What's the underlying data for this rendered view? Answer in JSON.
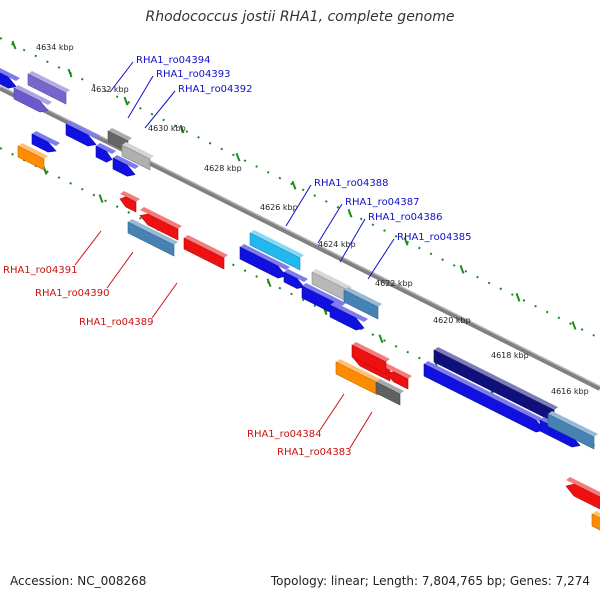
{
  "title": "Rhodococcus jostii RHA1, complete genome",
  "footer": {
    "accession": "Accession: NC_008268",
    "summary": "Topology: linear; Length: 7,804,765 bp; Genes: 7,274"
  },
  "colors": {
    "backbone": "#808080",
    "tick": "#1a8a1a",
    "forward_label": "#1010c8",
    "reverse_label": "#cc1010"
  },
  "ticks": [
    {
      "label": "4634 kbp"
    },
    {
      "label": "4632 kbp"
    },
    {
      "label": "4630 kbp"
    },
    {
      "label": "4628 kbp"
    },
    {
      "label": "4626 kbp"
    },
    {
      "label": "4624 kbp"
    },
    {
      "label": "4622 kbp"
    },
    {
      "label": "4620 kbp"
    },
    {
      "label": "4618 kbp"
    },
    {
      "label": "4616 kbp"
    }
  ],
  "gene_labels": [
    {
      "label": "RHA1_ro04394",
      "strand": "forward"
    },
    {
      "label": "RHA1_ro04393",
      "strand": "forward"
    },
    {
      "label": "RHA1_ro04392",
      "strand": "forward"
    },
    {
      "label": "RHA1_ro04388",
      "strand": "forward"
    },
    {
      "label": "RHA1_ro04387",
      "strand": "forward"
    },
    {
      "label": "RHA1_ro04386",
      "strand": "forward"
    },
    {
      "label": "RHA1_ro04385",
      "strand": "forward"
    },
    {
      "label": "RHA1_ro04391",
      "strand": "reverse"
    },
    {
      "label": "RHA1_ro04390",
      "strand": "reverse"
    },
    {
      "label": "RHA1_ro04389",
      "strand": "reverse"
    },
    {
      "label": "RHA1_ro04384",
      "strand": "reverse"
    },
    {
      "label": "RHA1_ro04383",
      "strand": "reverse"
    }
  ],
  "features": [
    {
      "name": "feature-blue-arrow",
      "color": "#1010e0"
    },
    {
      "name": "feature-purple-block",
      "color": "#7766cc"
    },
    {
      "name": "feature-purple-arrow",
      "color": "#6a5acd"
    },
    {
      "name": "feature-blue-arrow",
      "color": "#1010e0"
    },
    {
      "name": "feature-blue-arrow",
      "color": "#1010e0"
    },
    {
      "name": "feature-dark-gray-block",
      "color": "#666666"
    },
    {
      "name": "feature-light-gray-block",
      "color": "#b0b0b0"
    },
    {
      "name": "feature-blue-arrow",
      "color": "#1010e0"
    },
    {
      "name": "feature-blue-arrow",
      "color": "#1010e0"
    },
    {
      "name": "feature-red-arrow",
      "color": "#ee1111"
    },
    {
      "name": "feature-orange-block",
      "color": "#ff8c00"
    },
    {
      "name": "feature-red-arrow",
      "color": "#ee1111"
    },
    {
      "name": "feature-red-block",
      "color": "#ee1111"
    },
    {
      "name": "feature-steelblue-block",
      "color": "#4682b4"
    },
    {
      "name": "feature-red-arrow",
      "color": "#ee1111"
    },
    {
      "name": "feature-cyan-block",
      "color": "#22b8ee"
    },
    {
      "name": "feature-blue-arrow",
      "color": "#1010e0"
    },
    {
      "name": "feature-blue-arrow",
      "color": "#1010e0"
    },
    {
      "name": "feature-light-gray-block",
      "color": "#b8b8b8"
    },
    {
      "name": "feature-steelblue-block",
      "color": "#4682b4"
    },
    {
      "name": "feature-blue-arrow",
      "color": "#1010e0"
    },
    {
      "name": "feature-blue-arrow",
      "color": "#1010e0"
    },
    {
      "name": "feature-red-block",
      "color": "#ee1111"
    },
    {
      "name": "feature-red-arrow",
      "color": "#ee1111"
    },
    {
      "name": "feature-orange-block",
      "color": "#ff8c00"
    },
    {
      "name": "feature-dark-gray-block",
      "color": "#606060"
    },
    {
      "name": "feature-navy-block",
      "color": "#10107a"
    },
    {
      "name": "feature-blue-arrow",
      "color": "#1010e0"
    },
    {
      "name": "feature-blue-arrow",
      "color": "#1010e0"
    },
    {
      "name": "feature-steelblue-block",
      "color": "#4682b4"
    },
    {
      "name": "feature-red-block",
      "color": "#ee1111"
    },
    {
      "name": "feature-orange-block",
      "color": "#ff8c00"
    }
  ]
}
